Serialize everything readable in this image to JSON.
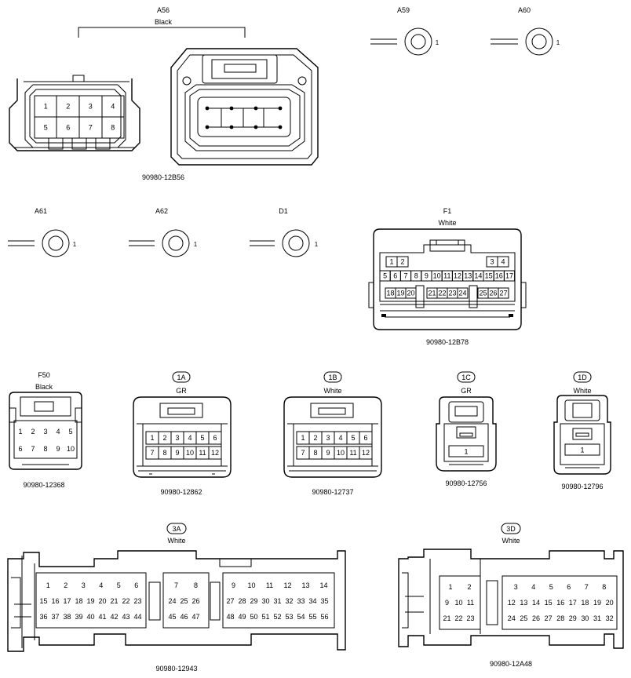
{
  "connectors": {
    "a56": {
      "id": "A56",
      "color": "Black",
      "part": "90980-12B56",
      "pins": [
        "1",
        "2",
        "3",
        "4",
        "5",
        "6",
        "7",
        "8"
      ]
    },
    "a59": {
      "id": "A59",
      "pin": "1"
    },
    "a60": {
      "id": "A60",
      "pin": "1"
    },
    "a61": {
      "id": "A61",
      "pin": "1"
    },
    "a62": {
      "id": "A62",
      "pin": "1"
    },
    "d1": {
      "id": "D1",
      "pin": "1"
    },
    "f1": {
      "id": "F1",
      "color": "White",
      "part": "90980-12B78",
      "row1": [
        "1",
        "2",
        "3",
        "4"
      ],
      "row2": [
        "5",
        "6",
        "7",
        "8",
        "9",
        "10",
        "11",
        "12",
        "13",
        "14",
        "15",
        "16",
        "17"
      ],
      "row3": [
        "18",
        "19",
        "20",
        "21",
        "22",
        "23",
        "24",
        "25",
        "26",
        "27"
      ]
    },
    "f50": {
      "id": "F50",
      "color": "Black",
      "part": "90980-12368",
      "row1": [
        "1",
        "2",
        "3",
        "4",
        "5"
      ],
      "row2": [
        "6",
        "7",
        "8",
        "9",
        "10"
      ]
    },
    "c1a": {
      "id": "1A",
      "color": "GR",
      "part": "90980-12862",
      "row1": [
        "1",
        "2",
        "3",
        "4",
        "5",
        "6"
      ],
      "row2": [
        "7",
        "8",
        "9",
        "10",
        "11",
        "12"
      ]
    },
    "c1b": {
      "id": "1B",
      "color": "White",
      "part": "90980-12737",
      "row1": [
        "1",
        "2",
        "3",
        "4",
        "5",
        "6"
      ],
      "row2": [
        "7",
        "8",
        "9",
        "10",
        "11",
        "12"
      ]
    },
    "c1c": {
      "id": "1C",
      "color": "GR",
      "part": "90980-12756",
      "pin": "1"
    },
    "c1d": {
      "id": "1D",
      "color": "White",
      "part": "90980-12796",
      "pin": "1"
    },
    "c3a": {
      "id": "3A",
      "color": "White",
      "part": "90980-12943",
      "groupA": {
        "row1": [
          "1",
          "2",
          "3",
          "4",
          "5",
          "6"
        ],
        "row2": [
          "15",
          "16",
          "17",
          "18",
          "19",
          "20",
          "21",
          "22",
          "23"
        ],
        "row3": [
          "36",
          "37",
          "38",
          "39",
          "40",
          "41",
          "42",
          "43",
          "44"
        ]
      },
      "groupB": {
        "row1": [
          "7",
          "8"
        ],
        "row2": [
          "24",
          "25",
          "26"
        ],
        "row3": [
          "45",
          "46",
          "47"
        ]
      },
      "groupC": {
        "row1": [
          "9",
          "10",
          "11",
          "12",
          "13",
          "14"
        ],
        "row2": [
          "27",
          "28",
          "29",
          "30",
          "31",
          "32",
          "33",
          "34",
          "35"
        ],
        "row3": [
          "48",
          "49",
          "50",
          "51",
          "52",
          "53",
          "54",
          "55",
          "56"
        ]
      }
    },
    "c3d": {
      "id": "3D",
      "color": "White",
      "part": "90980-12A48",
      "groupA": {
        "row1": [
          "1",
          "2"
        ],
        "row2": [
          "9",
          "10",
          "11"
        ],
        "row3": [
          "21",
          "22",
          "23"
        ]
      },
      "groupB": {
        "row1": [
          "3",
          "4",
          "5",
          "6",
          "7",
          "8"
        ],
        "row2": [
          "12",
          "13",
          "14",
          "15",
          "16",
          "17",
          "18",
          "19",
          "20"
        ],
        "row3": [
          "24",
          "25",
          "26",
          "27",
          "28",
          "29",
          "30",
          "31",
          "32"
        ]
      }
    }
  }
}
